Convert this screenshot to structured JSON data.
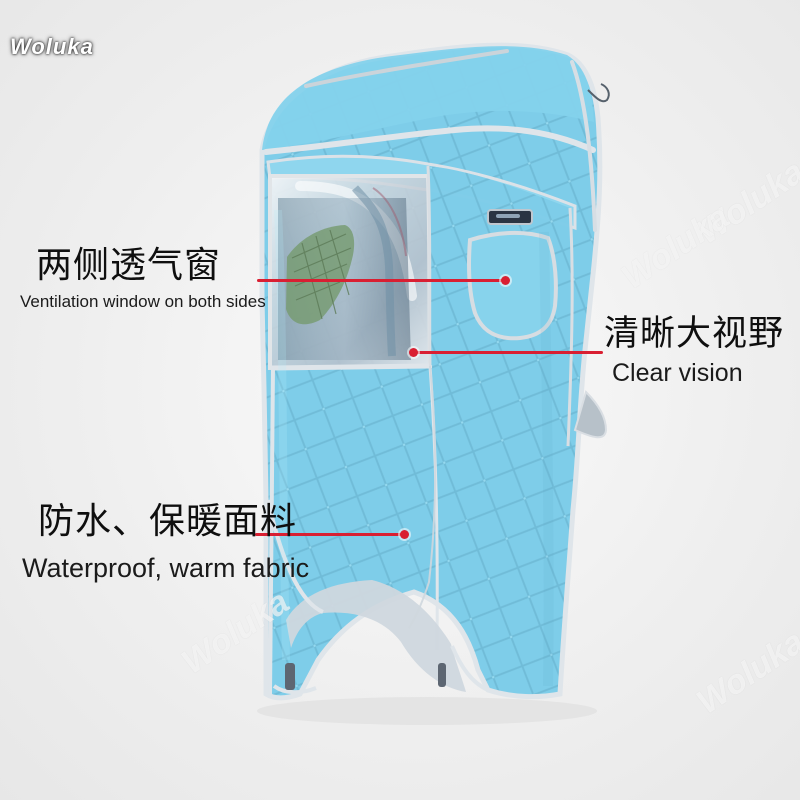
{
  "brand": {
    "name": "Woluka"
  },
  "watermarks": [
    "Woluka",
    "Woluka",
    "Woluka",
    "Woluka"
  ],
  "annotations": {
    "ventilation": {
      "title_zh": "两侧透气窗",
      "subtitle_en": "Ventilation window on both sides"
    },
    "vision": {
      "title_zh": "清晰大视野",
      "subtitle_en": "Clear vision"
    },
    "fabric": {
      "title_zh": "防水、保暖面料",
      "subtitle_en": "Waterproof, warm fabric"
    }
  },
  "colors": {
    "accent": "#d91f32",
    "cover": "#7ecde9",
    "trim": "#d8dde1"
  }
}
